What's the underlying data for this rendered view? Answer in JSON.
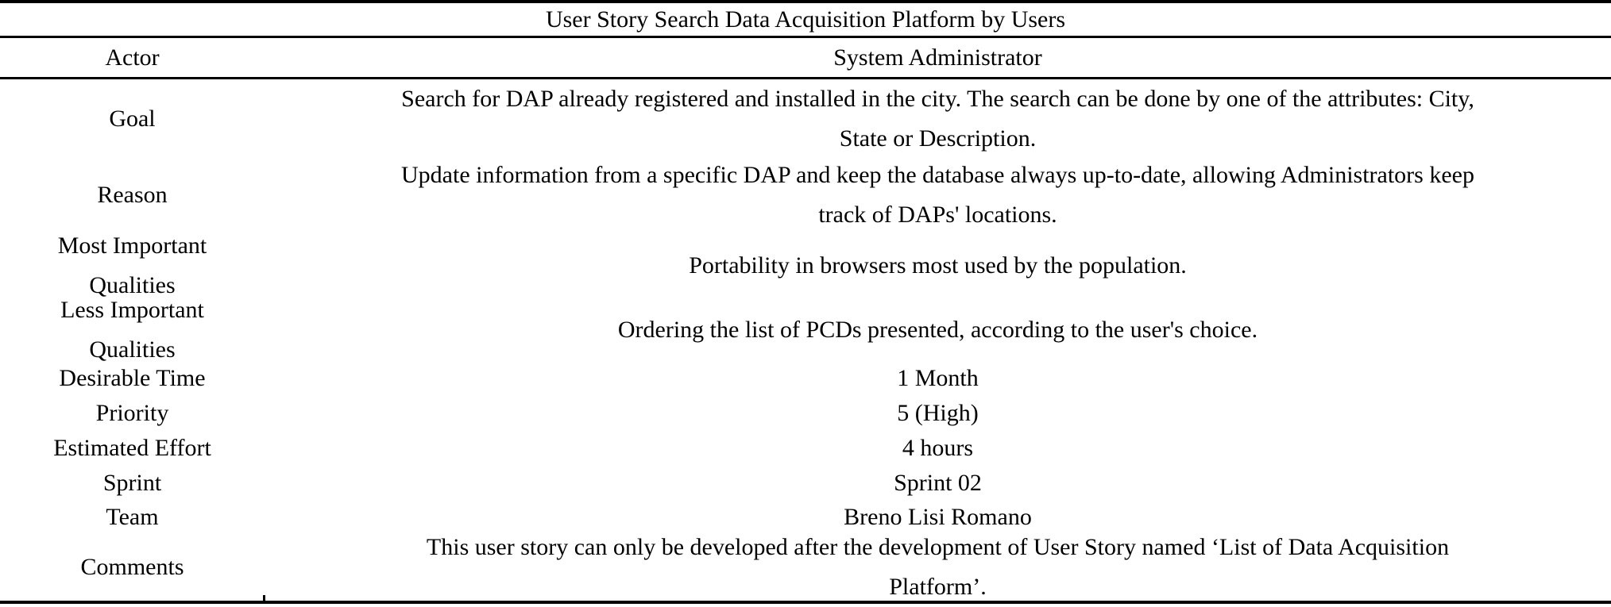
{
  "table": {
    "title": "User Story Search Data Acquisition Platform by Users",
    "rows": [
      {
        "label_lines": [
          "Actor"
        ],
        "value_lines": [
          "System Administrator"
        ]
      },
      {
        "label_lines": [
          "Goal"
        ],
        "value_lines": [
          "Search for DAP already registered and installed in the city. The search can be done by one of the attributes: City,",
          "State or Description."
        ]
      },
      {
        "label_lines": [
          "Reason"
        ],
        "value_lines": [
          "Update information from a specific DAP and keep the database always up-to-date, allowing Administrators keep",
          "track of DAPs' locations."
        ]
      },
      {
        "label_lines": [
          "Most Important",
          "Qualities"
        ],
        "value_lines": [
          "Portability in browsers most used by the population."
        ]
      },
      {
        "label_lines": [
          "Less Important",
          "Qualities"
        ],
        "value_lines": [
          "Ordering the list of PCDs presented, according to the user's choice."
        ]
      },
      {
        "label_lines": [
          "Desirable Time"
        ],
        "value_lines": [
          "1 Month"
        ]
      },
      {
        "label_lines": [
          "Priority"
        ],
        "value_lines": [
          "5 (High)"
        ]
      },
      {
        "label_lines": [
          "Estimated Effort"
        ],
        "value_lines": [
          "4 hours"
        ]
      },
      {
        "label_lines": [
          "Sprint"
        ],
        "value_lines": [
          "Sprint 02"
        ]
      },
      {
        "label_lines": [
          "Team"
        ],
        "value_lines": [
          "Breno Lisi Romano"
        ]
      },
      {
        "label_lines": [
          "Comments"
        ],
        "value_lines": [
          "This user story can only be developed after the development of User Story named ‘List of Data Acquisition",
          "Platform’."
        ]
      }
    ]
  }
}
